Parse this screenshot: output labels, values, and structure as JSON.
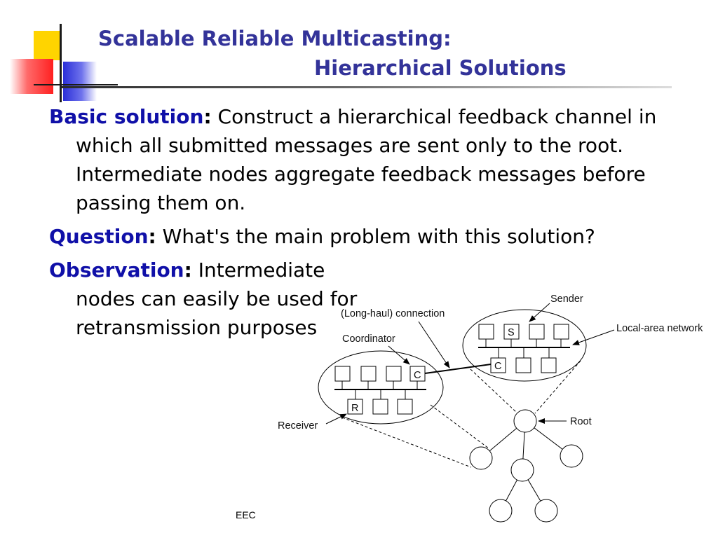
{
  "slide": {
    "title_line1": "Scalable Reliable Multicasting:",
    "title_line2": "Hierarchical Solutions",
    "paragraphs": [
      {
        "keyword": "Basic solution",
        "colon": ":",
        "text": " Construct a hierarchical feedback channel in which all submitted messages are sent only to the root. Intermediate nodes aggregate feedback messages before passing them on."
      },
      {
        "keyword": "Question",
        "colon": ":",
        "text": " What's the main problem with this solution?"
      },
      {
        "keyword": "Observation",
        "colon": ":",
        "text": " Intermediate nodes can easily be used for retransmission purposes"
      }
    ],
    "footer": "EEC"
  },
  "diagram": {
    "labels": {
      "sender": "Sender",
      "long_haul": "(Long-haul) connection",
      "local_area": "Local-area network",
      "coordinator": "Coordinator",
      "receiver": "Receiver",
      "root": "Root"
    },
    "node_letters": {
      "sender_node": "S",
      "coordinator_right": "C",
      "coordinator_left": "C",
      "receiver_node": "R"
    }
  },
  "colors": {
    "title": "#333399",
    "keyword": "#1010a8"
  }
}
